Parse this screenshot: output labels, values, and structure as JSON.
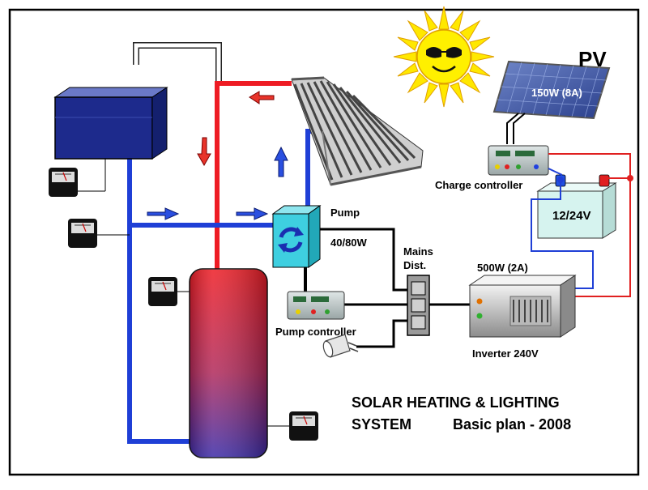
{
  "labels": {
    "pv": "PV",
    "pv_rating": "150W (8A)",
    "charge_controller": "Charge controller",
    "battery": "12/24V",
    "pump": "Pump",
    "pump_power": "40/80W",
    "mains_line1": "Mains",
    "mains_line2": "Dist.",
    "inverter_rating": "500W (2A)",
    "pump_controller": "Pump controller",
    "inverter": "Inverter 240V"
  },
  "title": {
    "line1": "SOLAR HEATING & LIGHTING",
    "line2_system": "SYSTEM",
    "line2_plan": "Basic plan - 2008"
  },
  "colors": {
    "hot": "#ee1c24",
    "cold": "#1f3fd6",
    "wire": "#000000",
    "pump_body": "#3ecfe0",
    "battery_body": "#d6f3ef",
    "tank_body": "#1d2a8c"
  },
  "icons": [
    "sun-icon",
    "pv-panel-icon",
    "thermometer-icon",
    "lamp-icon",
    "pump-arrows-icon"
  ]
}
